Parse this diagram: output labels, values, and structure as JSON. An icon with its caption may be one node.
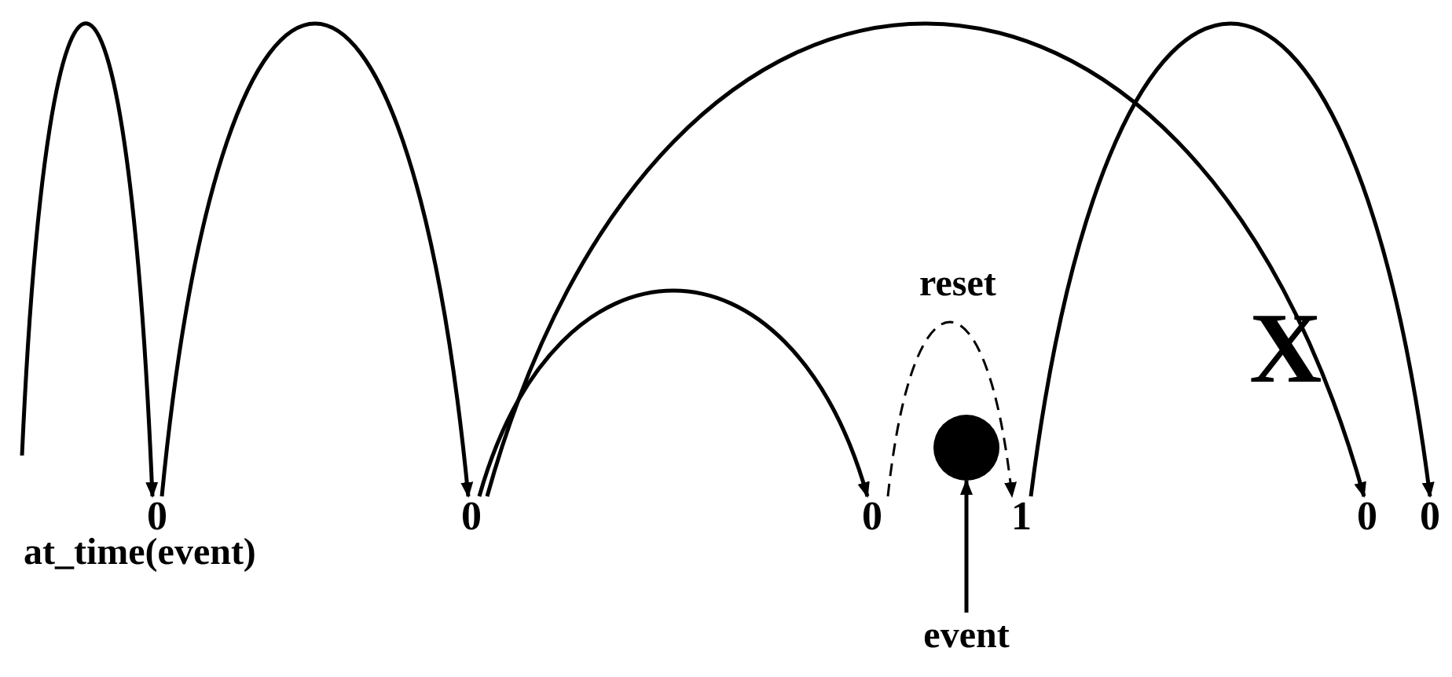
{
  "diagram": {
    "nodes": [
      {
        "text": [
          "0"
        ]
      },
      {
        "text": [
          "0"
        ]
      },
      {
        "text": [
          "0"
        ]
      },
      {
        "text": [],
        "shape": "circle"
      },
      {
        "text": [
          "1"
        ]
      },
      {
        "text": [
          "0"
        ]
      },
      {
        "text": [
          "0"
        ]
      },
      {
        "text": [
          "event"
        ]
      }
    ],
    "edges": [
      {
        "from": null,
        "to": 0,
        "arrow": "to"
      },
      {
        "from": 0,
        "to": 1,
        "arrow": "to"
      },
      {
        "from": 1,
        "to": 2,
        "arrow": "to"
      },
      {
        "from": 1,
        "to": 5,
        "arrow": "to"
      },
      {
        "from": 2,
        "to": 4,
        "arrow": "to",
        "style": "dashed",
        "label": "reset"
      },
      {
        "from": 4,
        "to": 6,
        "arrow": "to"
      },
      {
        "from": 7,
        "to": 3,
        "arrow": "to"
      }
    ],
    "labels": [
      "X",
      "at_time(event)"
    ]
  }
}
